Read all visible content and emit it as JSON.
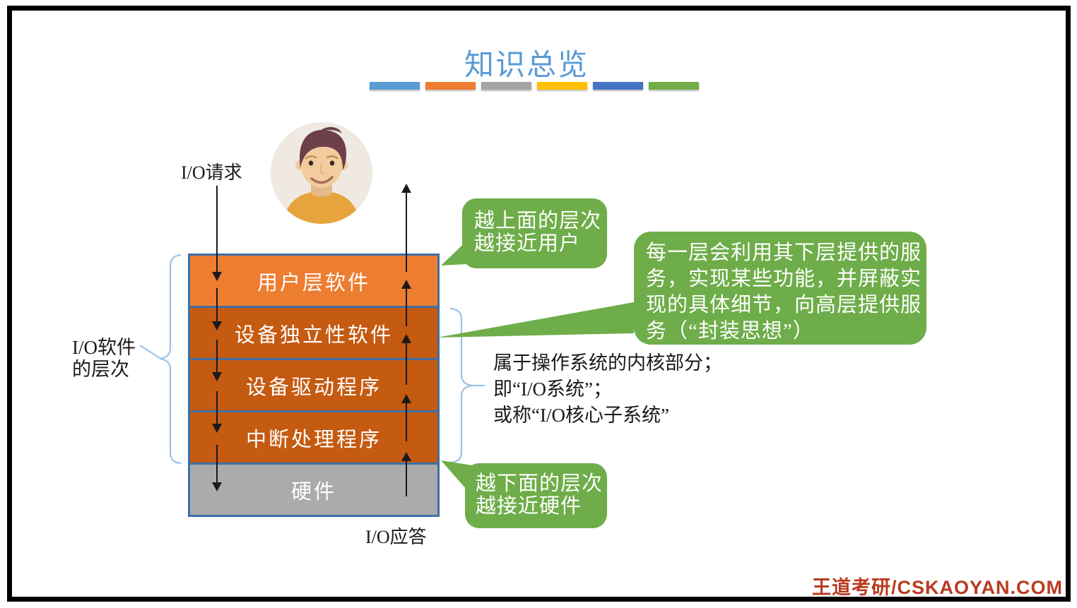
{
  "slide": {
    "title": "知识总览",
    "title_color": "#5B9BD5",
    "accent_bar_colors": [
      "#5B9BD5",
      "#ED7D31",
      "#A5A5A5",
      "#FFC000",
      "#4472C4",
      "#70AD47"
    ],
    "watermark": "王道考研/CSKAOYAN.COM",
    "watermark_color": "#B93A1E"
  },
  "flow": {
    "request_label": "I/O请求",
    "reply_label": "I/O应答",
    "arrow_color": "#1a1a1a"
  },
  "stack": {
    "brace_label_line1": "I/O软件",
    "brace_label_line2": "的层次",
    "brace_color": "#9DC3E6",
    "border_color": "#3E6FA6",
    "layer_text_color": "#FFFFFF",
    "layers": [
      {
        "label": "用户层软件",
        "color": "#ED7D31"
      },
      {
        "label": "设备独立性软件",
        "color": "#C55A11"
      },
      {
        "label": "设备驱动程序",
        "color": "#C55A11"
      },
      {
        "label": "中断处理程序",
        "color": "#C55A11"
      },
      {
        "label": "硬件",
        "color": "#ABABAB"
      }
    ]
  },
  "callouts": {
    "fill": "#6EAD49",
    "text_color": "#FFFFFF",
    "top": {
      "line1": "越上面的层次",
      "line2": "越接近用户"
    },
    "right": {
      "lines": [
        "每一层会利用其下层提供的服",
        "务，实现某些功能，并屏蔽实",
        "现的具体细节，向高层提供服",
        "务（“封装思想”）"
      ]
    },
    "bottom": {
      "line1": "越下面的层次",
      "line2": "越接近硬件"
    }
  },
  "kernel_note": {
    "lines": [
      "属于操作系统的内核部分；",
      "即“I/O系统”；",
      "或称“I/O核心子系统”"
    ]
  },
  "avatar": {
    "colors": {
      "bg": "#EFE9E2",
      "skin": "#F2CC9E",
      "skin_shadow": "#E5BA8A",
      "hair": "#6C3F4A",
      "shirt": "#E7A33C"
    }
  }
}
